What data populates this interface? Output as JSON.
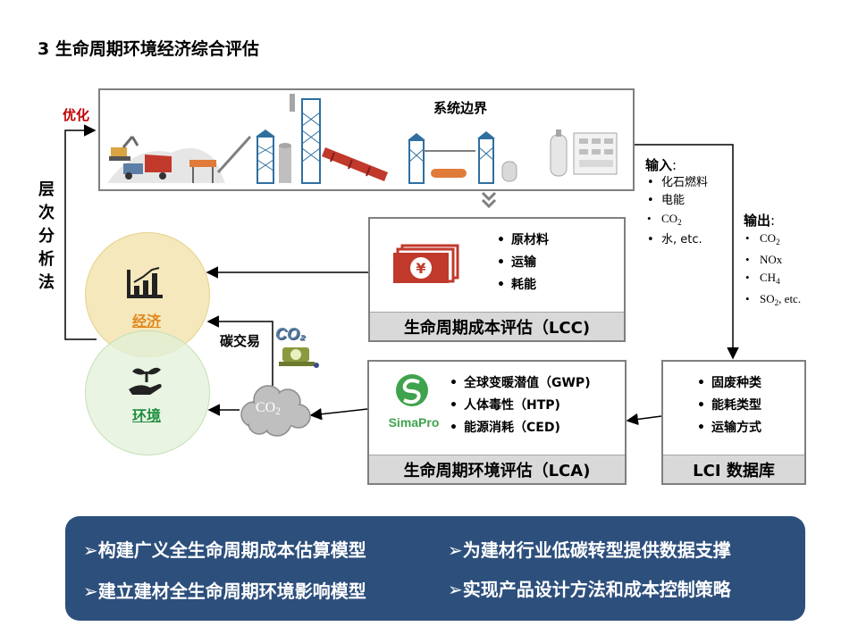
{
  "title": "3  生命周期环境经济综合评估",
  "system_boundary": {
    "label": "系统边界",
    "process_icons": [
      "excavator-icon",
      "dump-truck-icon",
      "conveyor-icon",
      "silo-icon",
      "tower-icon",
      "rotary-kiln-icon",
      "cooler-icon",
      "mill-icon",
      "tank-icon",
      "control-panel-icon"
    ]
  },
  "optimize_label": "优化",
  "hierarchy_method_label": [
    "层",
    "次",
    "分",
    "析",
    "法"
  ],
  "inputs": {
    "title": "输入",
    "colon": ":",
    "items": [
      "化石燃料",
      "电能",
      "CO",
      "水, etc."
    ],
    "co2_sub": "2"
  },
  "outputs": {
    "title": "输出",
    "colon": ":",
    "items": [
      {
        "main": "CO",
        "sub": "2",
        "tail": ""
      },
      {
        "main": "NOx",
        "sub": "",
        "tail": ""
      },
      {
        "main": "CH",
        "sub": "4",
        "tail": ""
      },
      {
        "main": "SO",
        "sub": "2",
        "tail": ", etc."
      }
    ]
  },
  "lcc_box": {
    "items": [
      "原材料",
      "运输",
      "耗能"
    ],
    "footer": "生命周期成本评估（LCC)",
    "icon": "money-yuan-icon"
  },
  "lca_box": {
    "items": [
      "全球变暖潜值（GWP)",
      "人体毒性（HTP)",
      "能源消耗（CED)"
    ],
    "footer": "生命周期环境评估（LCA)",
    "logo_text": "SimaPro"
  },
  "lci_box": {
    "items": [
      "固废种类",
      "能耗类型",
      "运输方式"
    ],
    "footer": "LCI 数据库"
  },
  "circles": {
    "economy": {
      "label": "经济",
      "icon": "bar-chart-icon",
      "color": "#f2e4b0",
      "text_color": "#e0861a"
    },
    "environment": {
      "label": "环境",
      "icon": "hand-plant-icon",
      "color": "#e2f0d9",
      "text_color": "#1e8e3e"
    }
  },
  "carbon_trade_label": "碳交易",
  "co2_cloud": {
    "main": "CO",
    "sub": "2"
  },
  "co2_badge_text": "CO₂",
  "bottom_panel": {
    "items": [
      "➢构建广义全生命周期成本估算模型",
      "➢为建材行业低碳转型提供数据支撑",
      "➢建立建材全生命周期环境影响模型",
      "➢实现产品设计方法和成本控制策略"
    ],
    "color": "#2d4f7c"
  }
}
